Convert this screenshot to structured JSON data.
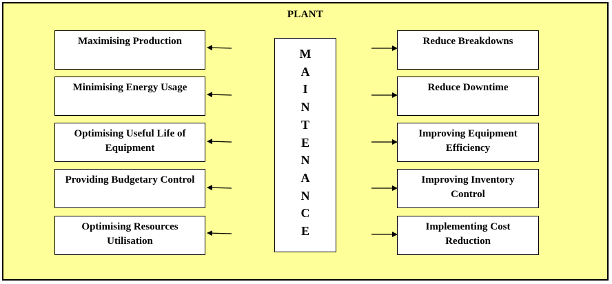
{
  "diagram": {
    "title": "PLANT",
    "center_word": "MAINTENANCE",
    "left_items": [
      "Maximising Production",
      "Minimising Energy Usage",
      "Optimising Useful Life of Equipment",
      "Providing Budgetary Control",
      "Optimising Resources Utilisation"
    ],
    "right_items": [
      "Reduce Breakdowns",
      "Reduce Downtime",
      "Improving Equipment Efficiency",
      "Improving Inventory Control",
      "Implementing Cost Reduction"
    ],
    "colors": {
      "background": "#ffff99",
      "box": "#ffffff",
      "stroke": "#000000"
    }
  }
}
